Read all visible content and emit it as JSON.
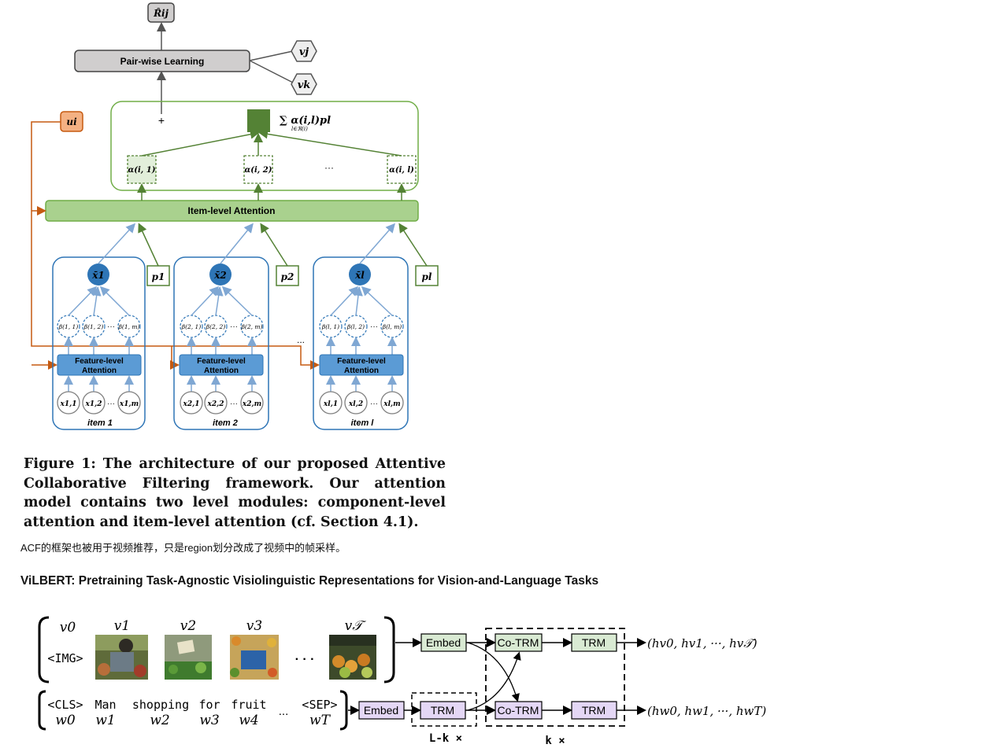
{
  "acf_diagram": {
    "output_label": "R̂ij",
    "pairwise_label": "Pair-wise Learning",
    "vj_label": "vj",
    "vk_label": "vk",
    "ui_label": "ui",
    "plus_label": "+",
    "sum_label": "∑ α(i,l)pl",
    "sum_subscript": "l∈ℜ(i)",
    "alpha_labels": [
      "α(i, 1)",
      "α(i, 2)",
      "···",
      "α(i, l)"
    ],
    "item_attention_label": "Item-level Attention",
    "feature_attention_line1": "Feature-level",
    "feature_attention_line2": "Attention",
    "dots": "...",
    "items": [
      {
        "xbar": "x̄1",
        "p": "p1",
        "name": "item 1",
        "betas": [
          "β(1, 1)",
          "β(1, 2)",
          "β(1, m)"
        ],
        "xs": [
          "x1,1",
          "x1,2",
          "x1,m"
        ]
      },
      {
        "xbar": "x̄2",
        "p": "p2",
        "name": "item 2",
        "betas": [
          "β(2, 1)",
          "β(2, 2)",
          "β(2, m)"
        ],
        "xs": [
          "x2,1",
          "x2,2",
          "x2,m"
        ]
      },
      {
        "xbar": "x̄l",
        "p": "pl",
        "name": "item l",
        "betas": [
          "β(l, 1)",
          "β(l, 2)",
          "β(l, m)"
        ],
        "xs": [
          "xl,1",
          "xl,2",
          "xl,m"
        ]
      }
    ],
    "colors": {
      "green_fill": "#a9d18e",
      "green_dark": "#548235",
      "blue_box": "#5b9bd5",
      "blue_dark": "#2e75b6",
      "orange": "#f4b183",
      "orange_line": "#c55a11",
      "gray_box": "#d0cece"
    }
  },
  "caption": "Figure 1: The architecture of our proposed Attentive Collaborative Filtering framework. Our attention model contains two level modules: component-level attention and item-level attention (cf. Section 4.1).",
  "note": "ACF的框架也被用于视频推荐，只是region划分改成了视频中的帧采样。",
  "heading": "ViLBERT: Pretraining Task-Agnostic Visiolinguistic Representations for Vision-and-Language Tasks",
  "vilbert_diagram": {
    "vision_tokens": [
      "v0",
      "v1",
      "v2",
      "v3",
      "v𝒯"
    ],
    "img_token": "<IMG>",
    "ellipsis": "· · ·",
    "text_tokens": [
      "<CLS>",
      "Man",
      "shopping",
      "for",
      "fruit",
      "...",
      "<SEP>"
    ],
    "text_subs": [
      "w0",
      "w1",
      "w2",
      "w3",
      "w4",
      "wT"
    ],
    "embed_label": "Embed",
    "cotrm_label": "Co-TRM",
    "trm_label": "TRM",
    "vision_out": "(hv0, hv1, ···, hv𝒯)",
    "text_out": "(hw0, hw1, ···, hwT)",
    "lk_label": "L-k ×",
    "k_label": "k ×",
    "colors": {
      "embed_green": "#d9ead3",
      "trm_purple": "#e4d7f5"
    }
  }
}
